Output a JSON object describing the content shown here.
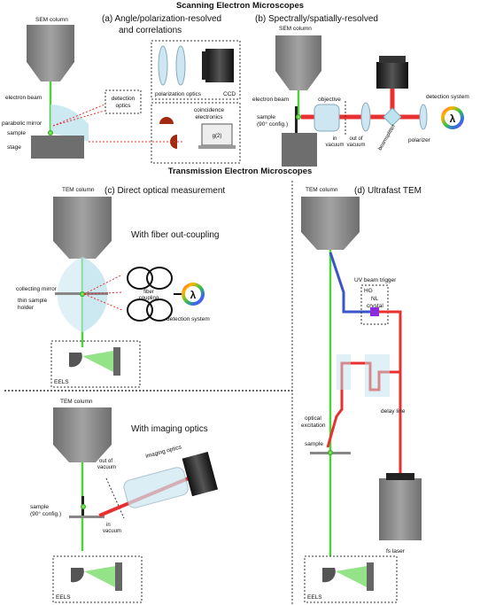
{
  "headers": {
    "sem": "Scanning Electron Microscopes",
    "tem": "Transmission Electron Microscopes"
  },
  "panel_a": {
    "title_line1": "(a) Angle/polarization-resolved",
    "title_line2": "and correlations",
    "sem_column": "SEM column",
    "electron_beam": "electron beam",
    "parabolic_mirror": "parabolic mirror",
    "sample": "sample",
    "stage": "stage",
    "detection_optics_1": "detection",
    "detection_optics_2": "optics",
    "polarization_optics": "polarization optics",
    "ccd": "CCD",
    "coincidence_1": "coincidence",
    "coincidence_2": "electronics",
    "g2": "g(2)"
  },
  "panel_b": {
    "title": "(b) Spectrally/spatially-resolved",
    "sem_column": "SEM column",
    "electron_beam": "electron beam",
    "sample_1": "sample",
    "sample_2": "(90° config.)",
    "objective": "objective",
    "in_vacuum_1": "in",
    "in_vacuum_2": "vacuum",
    "out_vacuum_1": "out of",
    "out_vacuum_2": "vacuum",
    "beamsplitter": "beamsplitter",
    "detection_system": "detection system",
    "polarizer": "polarizer",
    "lambda": "λ"
  },
  "panel_c": {
    "title": "(c) Direct optical measurement",
    "tem_column": "TEM column",
    "fiber_subtitle": "With fiber out-coupling",
    "collecting_mirror": "collecting mirror",
    "thin_sample_1": "thin sample",
    "thin_sample_2": "holder",
    "fiber_coupling_1": "fiber",
    "fiber_coupling_2": "coupling",
    "detection_system": "detection system",
    "lambda": "λ",
    "eels": "EELS",
    "tem_column_2": "TEM column",
    "imaging_subtitle": "With imaging optics",
    "out_vacuum_1": "out of",
    "out_vacuum_2": "vacuum",
    "imaging_optics": "imaging optics",
    "sample_1": "sample",
    "sample_2": "(90° config.)",
    "in_vacuum_1": "in",
    "in_vacuum_2": "vacuum",
    "eels_2": "EELS"
  },
  "panel_d": {
    "title": "(d) Ultrafast TEM",
    "tem_column": "TEM column",
    "uv_trigger": "UV beam trigger",
    "hg": "HG",
    "nl_1": "NL",
    "nl_2": "crystal",
    "delay_line": "delay line",
    "optical_1": "optical",
    "optical_2": "excitation",
    "sample": "sample",
    "fs_laser": "fs laser",
    "eels": "EELS"
  },
  "colors": {
    "column": "#8c8c8c",
    "beam": "#4fd13a",
    "laser": "#e83030",
    "uv": "#3a55c8",
    "lens": "#cde6f2",
    "mirror": "#bfe3ee"
  }
}
